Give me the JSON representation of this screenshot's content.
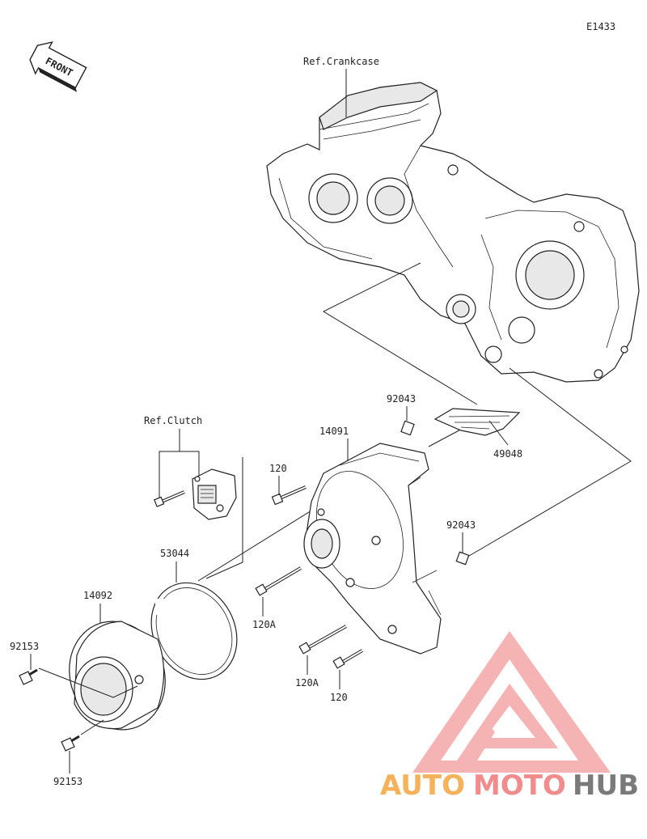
{
  "diagram_code": "E1433",
  "front_label": "FRONT",
  "refs": {
    "crankcase": "Ref.Crankcase",
    "clutch": "Ref.Clutch"
  },
  "parts": {
    "p92043_top": "92043",
    "p14091": "14091",
    "p49048": "49048",
    "p120_top": "120",
    "p92043_mid": "92043",
    "p53044": "53044",
    "p14092": "14092",
    "p92153_top": "92153",
    "p120A_1": "120A",
    "p120A_2": "120A",
    "p120_bottom": "120",
    "p92153_bottom": "92153"
  },
  "watermark": {
    "auto": "AUTO",
    "moto": "MOTO",
    "hub": "HUB",
    "colors": {
      "auto": "#f5b25a",
      "moto": "#f28c8c",
      "hub": "#7a7a7a",
      "logo": "#f29a9a"
    }
  }
}
